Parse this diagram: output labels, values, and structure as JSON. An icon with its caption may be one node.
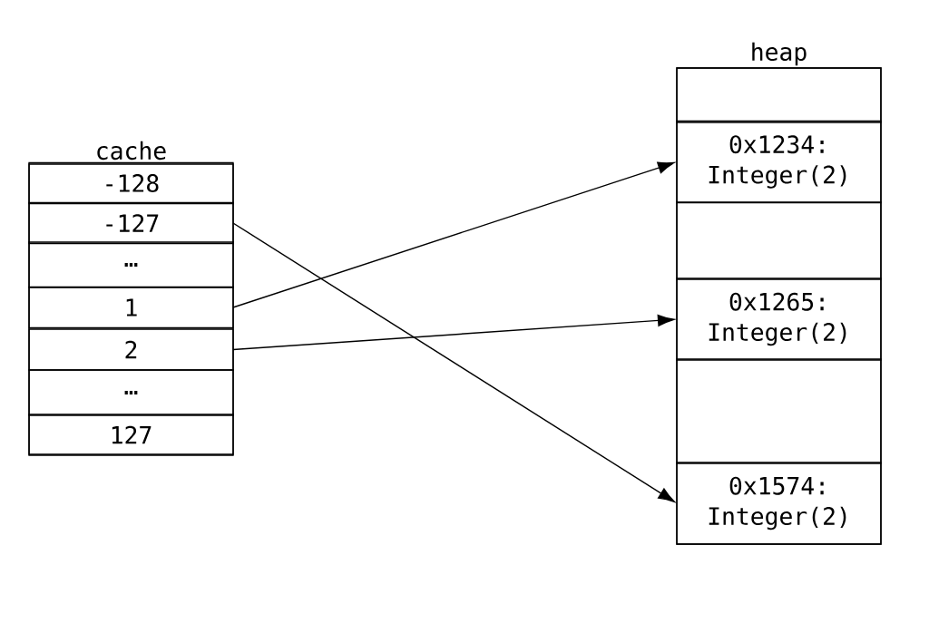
{
  "diagram": {
    "nodes": [
      {
        "text": [
          "cache"
        ]
      },
      {
        "text": [
          "-128"
        ],
        "in": 0
      },
      {
        "text": [
          "-127"
        ],
        "in": 0
      },
      {
        "text": [
          "…"
        ],
        "in": 0
      },
      {
        "text": [
          "1"
        ],
        "in": 0
      },
      {
        "text": [
          "2"
        ],
        "in": 0
      },
      {
        "text": [
          "…"
        ],
        "in": 0
      },
      {
        "text": [
          "127"
        ],
        "in": 0
      },
      {
        "text": [
          "heap"
        ]
      },
      {
        "text": [],
        "shape": "box",
        "in": 8
      },
      {
        "text": [
          "0x1234: Integer(2)"
        ],
        "in": 8
      },
      {
        "text": [],
        "shape": "box",
        "in": 8
      },
      {
        "text": [
          "0x1265: Integer(2)"
        ],
        "in": 8
      },
      {
        "text": [],
        "shape": "box",
        "in": 8
      },
      {
        "text": [
          "0x1574: Integer(2)"
        ],
        "in": 8
      }
    ],
    "edges": [
      {
        "from": 4,
        "to": 10,
        "arrow": "to"
      },
      {
        "from": 5,
        "to": 12,
        "arrow": "to"
      },
      {
        "from": 2,
        "to": 14,
        "arrow": "to"
      }
    ]
  }
}
